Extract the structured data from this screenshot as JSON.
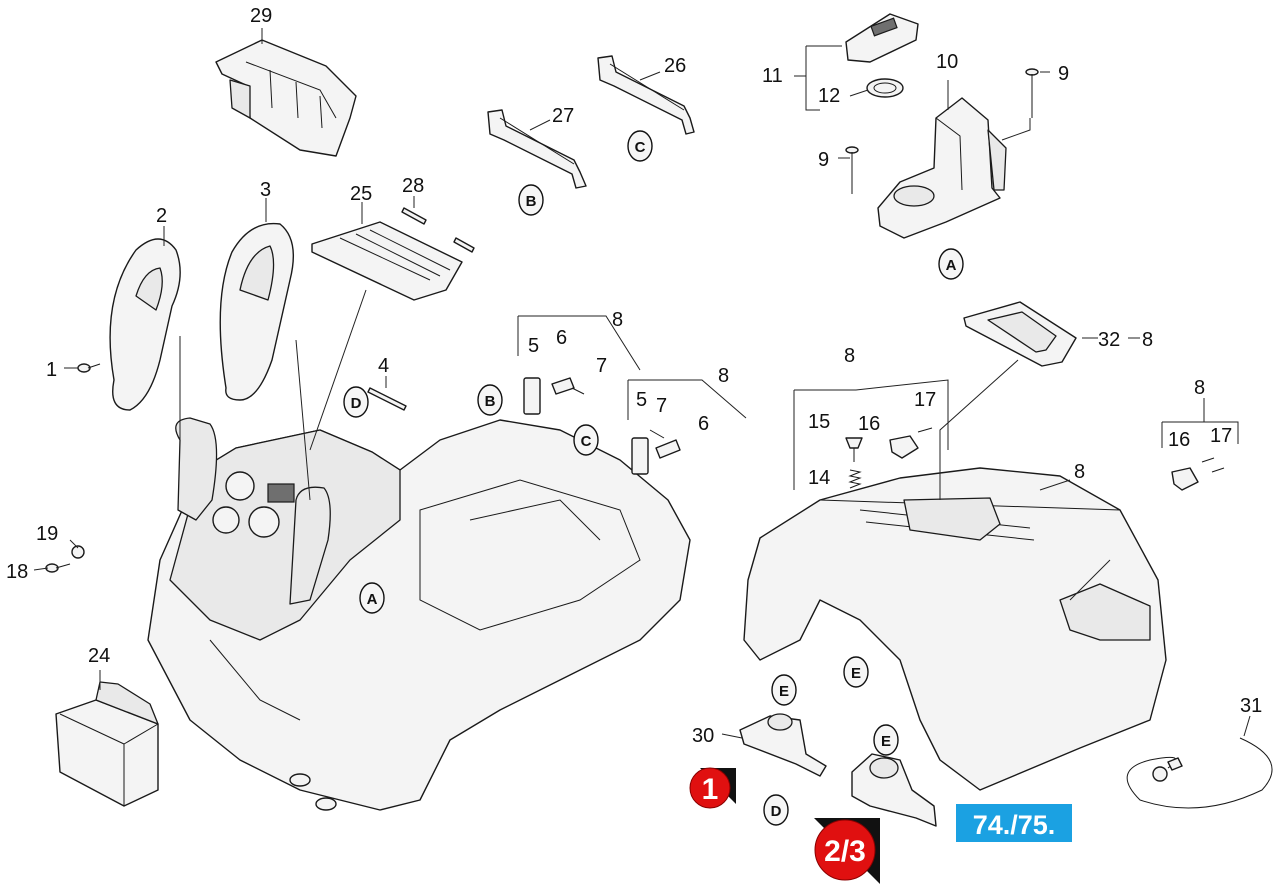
{
  "callouts": [
    {
      "id": "c29",
      "text": "29"
    },
    {
      "id": "c26",
      "text": "26"
    },
    {
      "id": "c27",
      "text": "27"
    },
    {
      "id": "c11",
      "text": "11"
    },
    {
      "id": "c12",
      "text": "12"
    },
    {
      "id": "c10",
      "text": "10"
    },
    {
      "id": "c9a",
      "text": "9"
    },
    {
      "id": "c9b",
      "text": "9"
    },
    {
      "id": "c2",
      "text": "2"
    },
    {
      "id": "c3",
      "text": "3"
    },
    {
      "id": "c25",
      "text": "25"
    },
    {
      "id": "c28",
      "text": "28"
    },
    {
      "id": "c1",
      "text": "1"
    },
    {
      "id": "c4",
      "text": "4"
    },
    {
      "id": "c5a",
      "text": "5"
    },
    {
      "id": "c6a",
      "text": "6"
    },
    {
      "id": "c7a",
      "text": "7"
    },
    {
      "id": "c8a",
      "text": "8"
    },
    {
      "id": "c5b",
      "text": "5"
    },
    {
      "id": "c7b",
      "text": "7"
    },
    {
      "id": "c6b",
      "text": "6"
    },
    {
      "id": "c8b",
      "text": "8"
    },
    {
      "id": "c32",
      "text": "32"
    },
    {
      "id": "c8c",
      "text": "8"
    },
    {
      "id": "c8d",
      "text": "8"
    },
    {
      "id": "c17a",
      "text": "17"
    },
    {
      "id": "c15",
      "text": "15"
    },
    {
      "id": "c16a",
      "text": "16"
    },
    {
      "id": "c14",
      "text": "14"
    },
    {
      "id": "c8e",
      "text": "8"
    },
    {
      "id": "c16b",
      "text": "16"
    },
    {
      "id": "c17b",
      "text": "17"
    },
    {
      "id": "c8f",
      "text": "8"
    },
    {
      "id": "c19",
      "text": "19"
    },
    {
      "id": "c18",
      "text": "18"
    },
    {
      "id": "c24",
      "text": "24"
    },
    {
      "id": "c30",
      "text": "30"
    },
    {
      "id": "c31",
      "text": "31"
    }
  ],
  "connectors": [
    {
      "id": "kA1",
      "text": "A"
    },
    {
      "id": "kA2",
      "text": "A"
    },
    {
      "id": "kB1",
      "text": "B"
    },
    {
      "id": "kB2",
      "text": "B"
    },
    {
      "id": "kC1",
      "text": "C"
    },
    {
      "id": "kC2",
      "text": "C"
    },
    {
      "id": "kD1",
      "text": "D"
    },
    {
      "id": "kD2",
      "text": "D"
    },
    {
      "id": "kE1",
      "text": "E"
    },
    {
      "id": "kE2",
      "text": "E"
    },
    {
      "id": "kE3",
      "text": "E"
    }
  ],
  "page_ref": "74./75.",
  "page_badges": [
    {
      "text": "1"
    },
    {
      "text": "2/3"
    }
  ],
  "colors": {
    "page_ref_bg": "#1ba1e2",
    "badge_red": "#e01010"
  }
}
